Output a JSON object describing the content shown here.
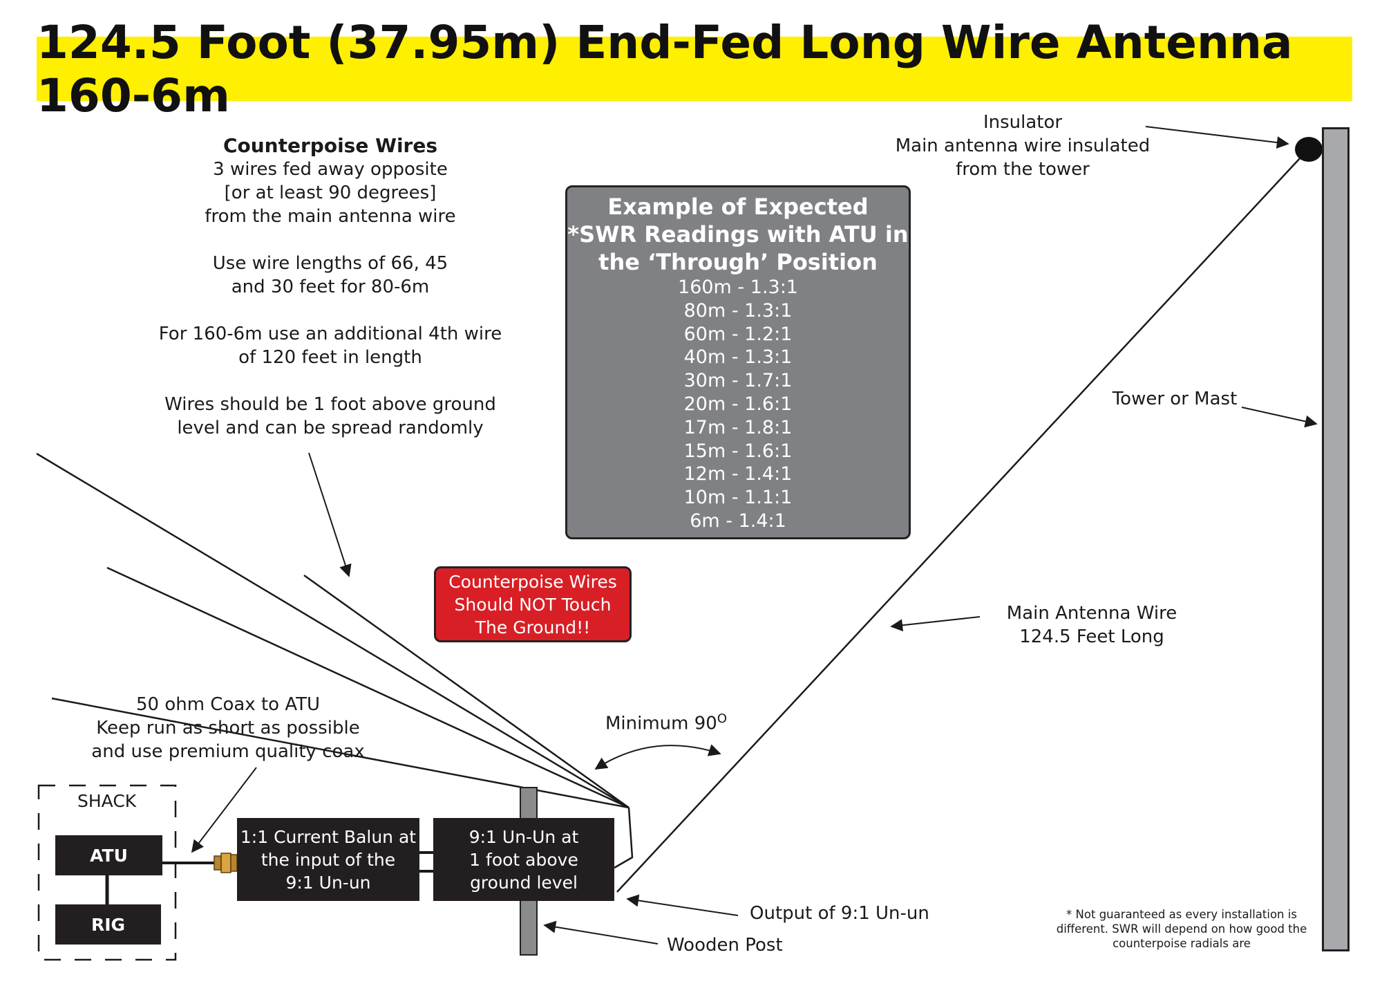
{
  "title": "124.5 Foot (37.95m) End-Fed Long Wire Antenna 160-6m",
  "counterpoise_note": {
    "heading": "Counterpoise Wires",
    "lines": [
      "3 wires fed away opposite",
      "[or at least 90 degrees]",
      "from the main antenna wire",
      "",
      "Use wire lengths of 66, 45",
      "and 30 feet for 80-6m",
      "",
      "For 160-6m use an additional 4th wire",
      "of 120 feet in length",
      "",
      "Wires should be 1 foot above ground",
      "level and can be spread randomly"
    ]
  },
  "swr_box": {
    "heading": [
      "Example of Expected",
      "*SWR Readings with ATU in",
      "the ‘Through’ Position"
    ],
    "readings": [
      "160m - 1.3:1",
      "80m - 1.3:1",
      "60m - 1.2:1",
      "40m - 1.3:1",
      "30m - 1.7:1",
      "20m - 1.6:1",
      "17m - 1.8:1",
      "15m - 1.6:1",
      "12m - 1.4:1",
      "10m - 1.1:1",
      "6m - 1.4:1"
    ]
  },
  "warning": [
    "Counterpoise Wires",
    "Should NOT Touch",
    "The Ground!!"
  ],
  "insulator_note": [
    "Insulator",
    "Main antenna wire insulated",
    "from the tower"
  ],
  "tower_label": "Tower or Mast",
  "main_wire_label": [
    "Main Antenna Wire",
    "124.5 Feet Long"
  ],
  "angle_label": {
    "text": "Minimum 90",
    "superscript": "O"
  },
  "coax_note": [
    "50 ohm Coax to ATU",
    "Keep run as short as possible",
    "and use premium quality coax"
  ],
  "shack": {
    "label": "SHACK",
    "atu": "ATU",
    "rig": "RIG"
  },
  "balun": [
    "1:1 Current Balun at",
    "the input of the",
    "9:1 Un-un"
  ],
  "unun": [
    "9:1 Un-Un at",
    "1 foot above",
    "ground level"
  ],
  "output_label": "Output of 9:1 Un-un",
  "post_label": "Wooden Post",
  "disclaimer": [
    "* Not guaranteed as every installation is",
    "different. SWR will depend on how good the",
    "counterpoise radials are"
  ],
  "colors": {
    "title_bg": "#ffef00",
    "swr_bg": "#808184",
    "warning_bg": "#d81f26",
    "box_dark": "#231f20",
    "tower": "#a7a9ac"
  }
}
